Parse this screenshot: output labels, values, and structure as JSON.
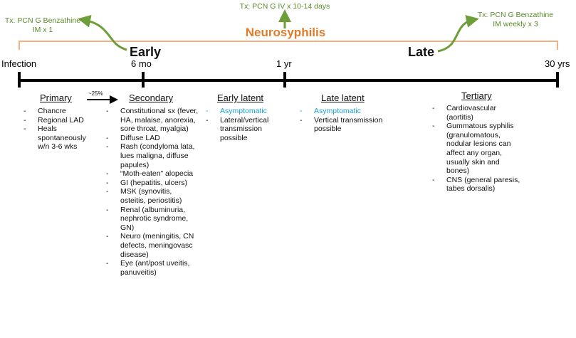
{
  "treatments": {
    "primary": [
      "Tx: PCN G Benzathine",
      "IM x 1"
    ],
    "neuro": "Tx: PCN G IV x 10-14 days",
    "late": [
      "Tx: PCN G Benzathine",
      "IM weekly x 3"
    ]
  },
  "neurosyphilis_label": "Neurosyphilis",
  "phases": {
    "early": "Early",
    "late": "Late"
  },
  "timepoints": [
    "Infection",
    "6 mo",
    "1 yr",
    "30 yrs"
  ],
  "transition_pct": "~25%",
  "stages": [
    {
      "title": "Primary",
      "items": [
        {
          "text": "Chancre"
        },
        {
          "text": "Regional LAD"
        },
        {
          "text": "Heals spontaneously w/n 3-6 wks"
        }
      ]
    },
    {
      "title": "Secondary",
      "items": [
        {
          "text": "Constitutional sx (fever, HA, malaise, anorexia, sore throat, myalgia)"
        },
        {
          "text": "Diffuse LAD"
        },
        {
          "text": "Rash (condyloma lata, lues maligna, diffuse papules)"
        },
        {
          "text": "“Moth-eaten” alopecia"
        },
        {
          "text": "GI (hepatitis, ulcers)"
        },
        {
          "text": "MSK (synovitis, osteitis, periostitis)"
        },
        {
          "text": "Renal (albuminuria, nephrotic syndrome, GN)"
        },
        {
          "text": "Neuro (meningitis, CN defects, meningovasc disease)"
        },
        {
          "text": "Eye (ant/post uveitis, panuveitis)"
        }
      ]
    },
    {
      "title": "Early latent",
      "items": [
        {
          "text": "Asymptomatic",
          "highlight": true
        },
        {
          "text": "Lateral/vertical transmission possible"
        }
      ]
    },
    {
      "title": "Late latent",
      "items": [
        {
          "text": "Asymptomatic",
          "highlight": true
        },
        {
          "text": "Vertical transmission possible"
        }
      ]
    },
    {
      "title": "Tertiary",
      "items": [
        {
          "text": "Cardiovascular (aortitis)"
        },
        {
          "text": "Gummatous syphilis (granulomatous, nodular lesions can affect any organ, usually skin and bones)"
        },
        {
          "text": "CNS (general paresis, tabes dorsalis)"
        }
      ]
    }
  ],
  "colors": {
    "treatment": "#5a8a2a",
    "neurosyphilis": "#e07b2a",
    "asymptomatic": "#1aa1d6",
    "timeline": "#000000"
  }
}
